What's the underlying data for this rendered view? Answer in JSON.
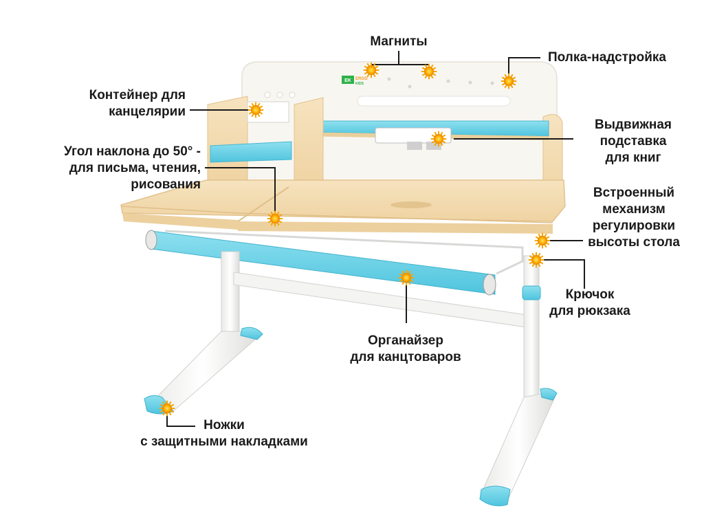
{
  "brand": {
    "logo_text": "ERGO KIDS"
  },
  "callouts": {
    "magnets": "Магниты",
    "shelf": "Полка-надстройка",
    "container": "Контейнер для\nканцелярии",
    "book_stand": "Выдвижная\nподставка\nдля книг",
    "tilt": "Угол наклона до 50° -\nдля письма, чтения,\nрисования",
    "height_mechanism": "Встроенный\nмеханизм\nрегулировки\nвысоты стола",
    "hook": "Крючок\nдля рюкзака",
    "organizer": "Органайзер\nдля канцтоваров",
    "legs": "Ножки\nс  защитными накладками"
  },
  "colors": {
    "wood": "#f3dcb2",
    "wood_edge": "#e6c48f",
    "blue": "#64d0e6",
    "white_frame": "#f7f7f5",
    "panel": "#f8f6f1",
    "marker": "#f6a400",
    "line": "#1a1a1a"
  }
}
